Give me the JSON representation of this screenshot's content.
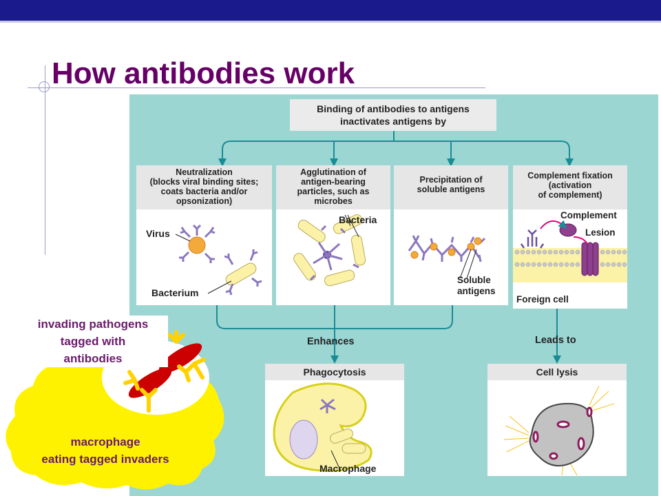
{
  "slide": {
    "title": "How antibodies work"
  },
  "figure": {
    "top_box": "Binding of antibodies to antigens\ninactivates antigens by",
    "mechanisms": [
      {
        "title": "Neutralization\n(blocks viral binding sites;\ncoats bacteria and/or\nopsonization)",
        "labels": [
          "Virus",
          "Bacterium"
        ]
      },
      {
        "title": "Agglutination of\nantigen-bearing\nparticles, such as\nmicrobes",
        "labels": [
          "Bacteria"
        ]
      },
      {
        "title": "Precipitation of\nsoluble antigens",
        "labels": [
          "Soluble\nantigens"
        ]
      },
      {
        "title": "Complement fixation\n(activation\nof complement)",
        "labels": [
          "Complement",
          "Lesion",
          "Foreign cell"
        ]
      }
    ],
    "enhances_label": "Enhances",
    "leads_to_label": "Leads to",
    "outcomes": [
      {
        "title": "Phagocytosis",
        "labels": [
          "Macrophage"
        ]
      },
      {
        "title": "Cell lysis"
      }
    ]
  },
  "callouts": {
    "pathogens": "invading pathogens\ntagged with\nantibodies",
    "macrophage": "macrophage\neating tagged invaders"
  },
  "colors": {
    "title": "#660066",
    "figure_bg": "#9cd6d3",
    "antibody_purple": "#8b77bd",
    "bacteria_yellow": "#fbf2a8",
    "macrophage_yellow": "#fff200",
    "pathogen_red": "#cc0000"
  }
}
